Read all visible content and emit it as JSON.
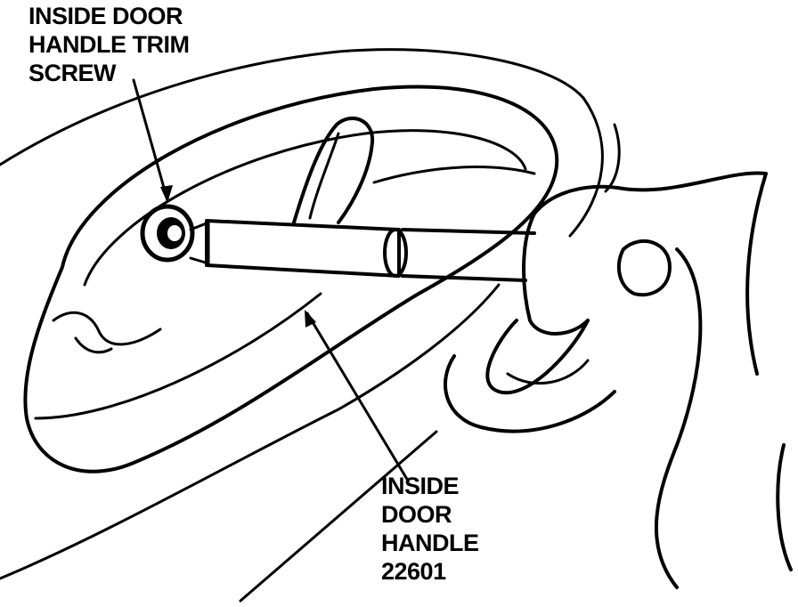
{
  "callouts": {
    "trim_screw": {
      "lines": [
        "INSIDE DOOR",
        "HANDLE TRIM",
        "SCREW"
      ]
    },
    "door_handle": {
      "lines": [
        "INSIDE",
        "DOOR",
        "HANDLE",
        "22601"
      ]
    }
  },
  "colors": {
    "ink": "#000000",
    "paper": "#ffffff"
  }
}
